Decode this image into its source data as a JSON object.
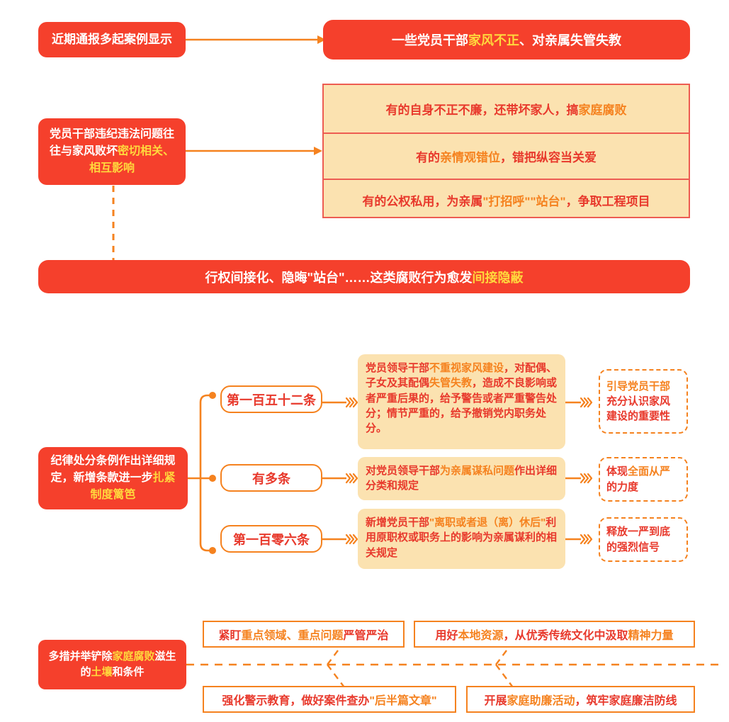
{
  "colors": {
    "red": "#F5402C",
    "red_text": "#E8392C",
    "orange": "#F5821F",
    "yellow_hi": "#FFD83D",
    "card_bg": "#FBE2B0",
    "white": "#FFFFFF"
  },
  "section1": {
    "source_box": {
      "text": "近期通报多起案例显示"
    },
    "banner": {
      "parts": [
        {
          "text": "一些党员干部",
          "style": "white"
        },
        {
          "text": "家风不正",
          "style": "yellow"
        },
        {
          "text": "、对亲属失管失教",
          "style": "white"
        }
      ],
      "full_text": "一些党员干部家风不正、对亲属失管失教"
    }
  },
  "section2": {
    "cause_box": {
      "parts": [
        {
          "text": "党员干部违纪违法问题往往与家风败坏",
          "style": "white"
        },
        {
          "text": "密切相关、相互影响",
          "style": "yellow"
        }
      ],
      "full_text": "党员干部违纪违法问题往往与家风败坏密切相关、相互影响"
    },
    "table_rows": [
      {
        "parts": [
          {
            "text": "有的自身不正不廉，还带坏家人，搞",
            "style": "red"
          },
          {
            "text": "家庭腐败",
            "style": "orange"
          }
        ],
        "full_text": "有的自身不正不廉，还带坏家人，搞家庭腐败"
      },
      {
        "parts": [
          {
            "text": "有的",
            "style": "red"
          },
          {
            "text": "亲情观错位",
            "style": "orange"
          },
          {
            "text": "，错把纵容当关爱",
            "style": "red"
          }
        ],
        "full_text": "有的亲情观错位，错把纵容当关爱"
      },
      {
        "parts": [
          {
            "text": "有的公权私用，为亲属",
            "style": "red"
          },
          {
            "text": "\"打招呼\"\"站台\"",
            "style": "orange"
          },
          {
            "text": "，争取工程项目",
            "style": "red"
          }
        ],
        "full_text": "有的公权私用，为亲属\"打招呼\"\"站台\"，争取工程项目"
      }
    ],
    "summary_banner": {
      "parts": [
        {
          "text": "行权间接化、隐晦\"站台\"……这类腐败行为愈发",
          "style": "white"
        },
        {
          "text": "间接隐蔽",
          "style": "yellow"
        }
      ],
      "full_text": "行权间接化、隐晦\"站台\"……这类腐败行为愈发间接隐蔽"
    }
  },
  "section3": {
    "root_box": {
      "parts": [
        {
          "text": "纪律处分条例作出详细规定，新增条款进一步",
          "style": "white"
        },
        {
          "text": "扎紧制度篱笆",
          "style": "yellow"
        }
      ],
      "full_text": "纪律处分条例作出详细规定，新增条款进一步扎紧制度篱笆"
    },
    "branches": [
      {
        "node_label": "第一百五十二条",
        "detail": {
          "parts": [
            {
              "text": "党员领导干部",
              "style": "red"
            },
            {
              "text": "不重视家风建设",
              "style": "orange"
            },
            {
              "text": "，对配偶、子女及其配偶",
              "style": "red"
            },
            {
              "text": "失管失教",
              "style": "orange"
            },
            {
              "text": "，造成不良影响或者严重后果的，给予警告或者严重警告处分；情节严重的，给予撤销党内职务处分。",
              "style": "red"
            }
          ],
          "full_text": "党员领导干部不重视家风建设，对配偶、子女及其配偶失管失教，造成不良影响或者严重后果的，给予警告或者严重警告处分；情节严重的，给予撤销党内职务处分。"
        },
        "outcome": {
          "parts": [
            {
              "text": "引导党员干部",
              "style": "orange"
            },
            {
              "text": "充分认识家风建设的重要性",
              "style": "red"
            }
          ],
          "full_text": "引导党员干部充分认识家风建设的重要性"
        }
      },
      {
        "node_label": "有多条",
        "detail": {
          "parts": [
            {
              "text": "对党员领导干部",
              "style": "red"
            },
            {
              "text": "为亲属谋私问题",
              "style": "orange"
            },
            {
              "text": "作出详细分类和规定",
              "style": "red"
            }
          ],
          "full_text": "对党员领导干部为亲属谋私问题作出详细分类和规定"
        },
        "outcome": {
          "parts": [
            {
              "text": "体现",
              "style": "red"
            },
            {
              "text": "全面从严",
              "style": "orange"
            },
            {
              "text": "的力度",
              "style": "red"
            }
          ],
          "full_text": "体现全面从严的力度"
        }
      },
      {
        "node_label": "第一百零六条",
        "detail": {
          "parts": [
            {
              "text": "新增党员干部",
              "style": "red"
            },
            {
              "text": "\"离职或者退（离）休后\"",
              "style": "orange"
            },
            {
              "text": "利用原职权或职务上的影响为亲属谋利的相关规定",
              "style": "red"
            }
          ],
          "full_text": "新增党员干部\"离职或者退（离）休后\"利用原职权或职务上的影响为亲属谋利的相关规定"
        },
        "outcome": {
          "parts": [
            {
              "text": "释放一严到底",
              "style": "red"
            },
            {
              "text": "的强烈信号",
              "style": "red"
            }
          ],
          "full_text": "释放一严到底的强烈信号"
        }
      }
    ]
  },
  "section4": {
    "root_box": {
      "parts": [
        {
          "text": "多措并举铲除",
          "style": "white"
        },
        {
          "text": "家庭腐败",
          "style": "yellow"
        },
        {
          "text": "滋生的",
          "style": "white"
        },
        {
          "text": "土壤",
          "style": "yellow"
        },
        {
          "text": "和条件",
          "style": "white"
        }
      ],
      "full_text": "多措并举铲除家庭腐败滋生的土壤和条件"
    },
    "measures": [
      {
        "parts": [
          {
            "text": "紧盯",
            "style": "red"
          },
          {
            "text": "重点领域、重点问题",
            "style": "orange"
          },
          {
            "text": "严管严治",
            "style": "red"
          }
        ],
        "full_text": "紧盯重点领域、重点问题严管严治"
      },
      {
        "parts": [
          {
            "text": "用好",
            "style": "red"
          },
          {
            "text": "本地资源",
            "style": "orange"
          },
          {
            "text": "，从优秀传统文化中汲取",
            "style": "red"
          },
          {
            "text": "精神力量",
            "style": "orange"
          }
        ],
        "full_text": "用好本地资源，从优秀传统文化中汲取精神力量"
      },
      {
        "parts": [
          {
            "text": "强化警示教育，做好案件查办",
            "style": "red"
          },
          {
            "text": "\"后半篇文章\"",
            "style": "orange"
          }
        ],
        "full_text": "强化警示教育，做好案件查办\"后半篇文章\""
      },
      {
        "parts": [
          {
            "text": "开展",
            "style": "red"
          },
          {
            "text": "家庭助廉活动",
            "style": "orange"
          },
          {
            "text": "，筑牢家庭廉洁防线",
            "style": "red"
          }
        ],
        "full_text": "开展家庭助廉活动，筑牢家庭廉洁防线"
      }
    ]
  },
  "icons": {
    "arrow_right": "arrow-right-icon",
    "chevron_triple": "triple-chevron-icon",
    "bullet_dot": "bullet-dot-icon",
    "dashed_line": "dashed-connector-icon"
  }
}
